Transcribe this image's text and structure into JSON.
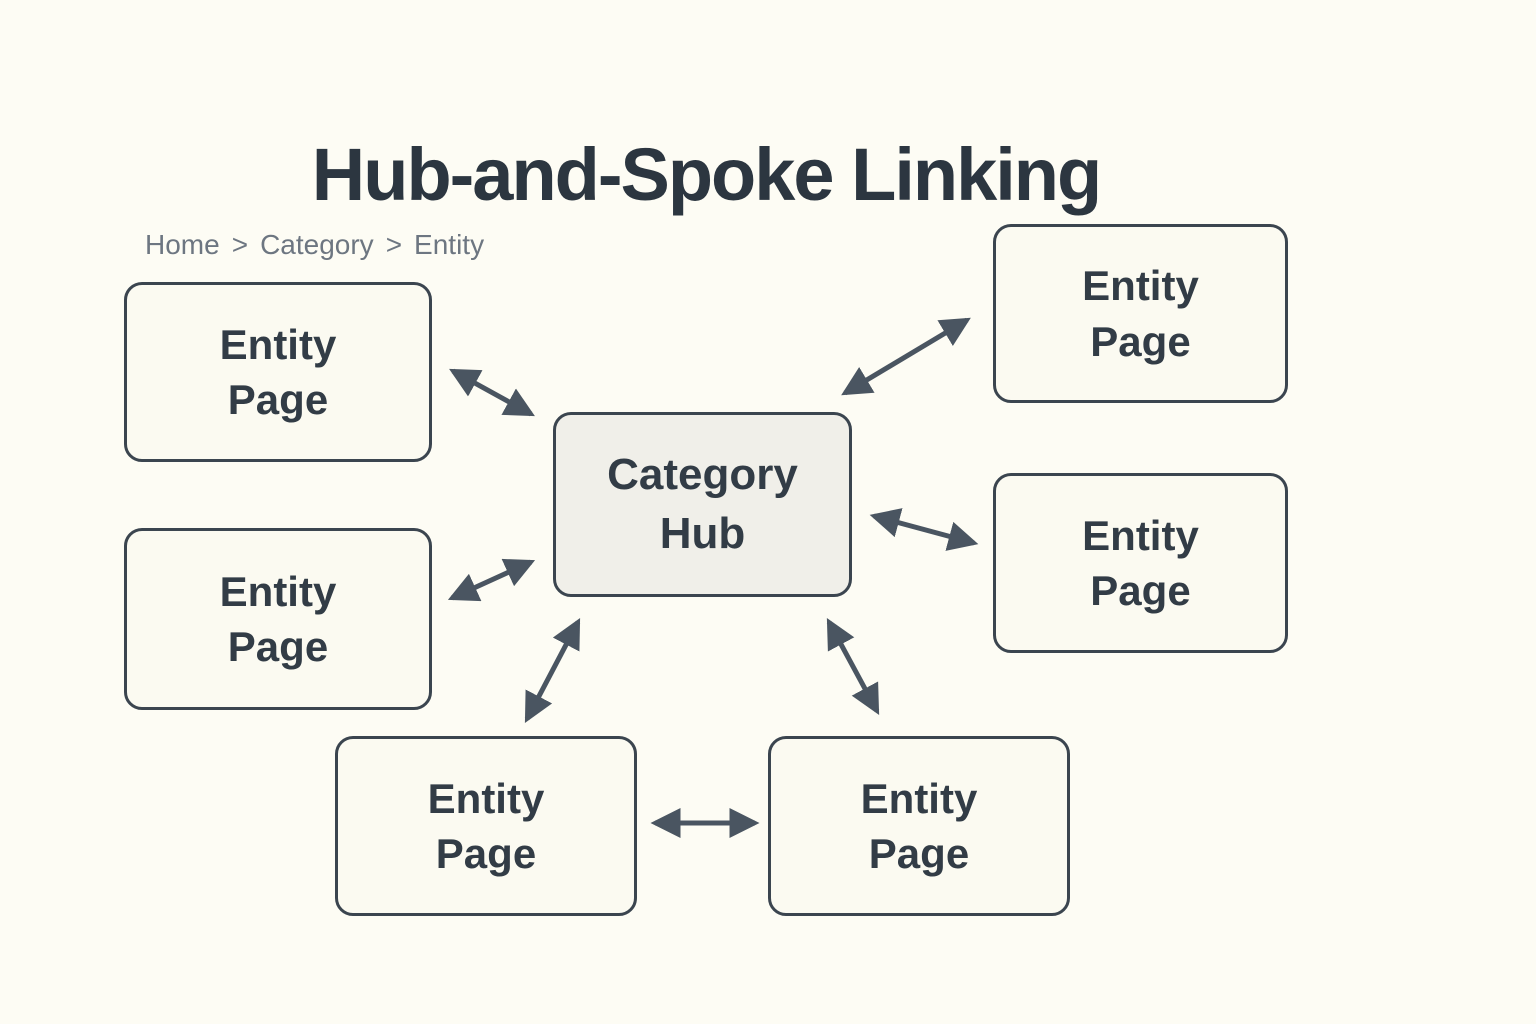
{
  "page": {
    "title": "Hub-and-Spoke Linking"
  },
  "breadcrumb": {
    "items": [
      "Home",
      "Category",
      "Entity"
    ],
    "separator": ">"
  },
  "nodes": {
    "hub": {
      "label": "Category\nHub"
    },
    "entity_top_left": {
      "label": "Entity\nPage"
    },
    "entity_mid_left": {
      "label": "Entity\nPage"
    },
    "entity_top_right": {
      "label": "Entity\nPage"
    },
    "entity_mid_right": {
      "label": "Entity\nPage"
    },
    "entity_bottom_left": {
      "label": "Entity\nPage"
    },
    "entity_bottom_right": {
      "label": "Entity\nPage"
    }
  },
  "connections": [
    {
      "from": "entity_top_left",
      "to": "hub",
      "bidirectional": true
    },
    {
      "from": "entity_mid_left",
      "to": "hub",
      "bidirectional": true
    },
    {
      "from": "hub",
      "to": "entity_top_right",
      "bidirectional": true
    },
    {
      "from": "hub",
      "to": "entity_mid_right",
      "bidirectional": true
    },
    {
      "from": "hub",
      "to": "entity_bottom_left",
      "bidirectional": true
    },
    {
      "from": "hub",
      "to": "entity_bottom_right",
      "bidirectional": true
    },
    {
      "from": "entity_bottom_left",
      "to": "entity_bottom_right",
      "bidirectional": true
    }
  ],
  "colors": {
    "background": "#fdfcf4",
    "box_border": "#3b454f",
    "box_fill": "#fbfaf1",
    "hub_fill": "#f0efe9",
    "text": "#323c46",
    "title_text": "#2c3640",
    "breadcrumb_text": "#6d7681",
    "arrow": "#4a5561"
  }
}
